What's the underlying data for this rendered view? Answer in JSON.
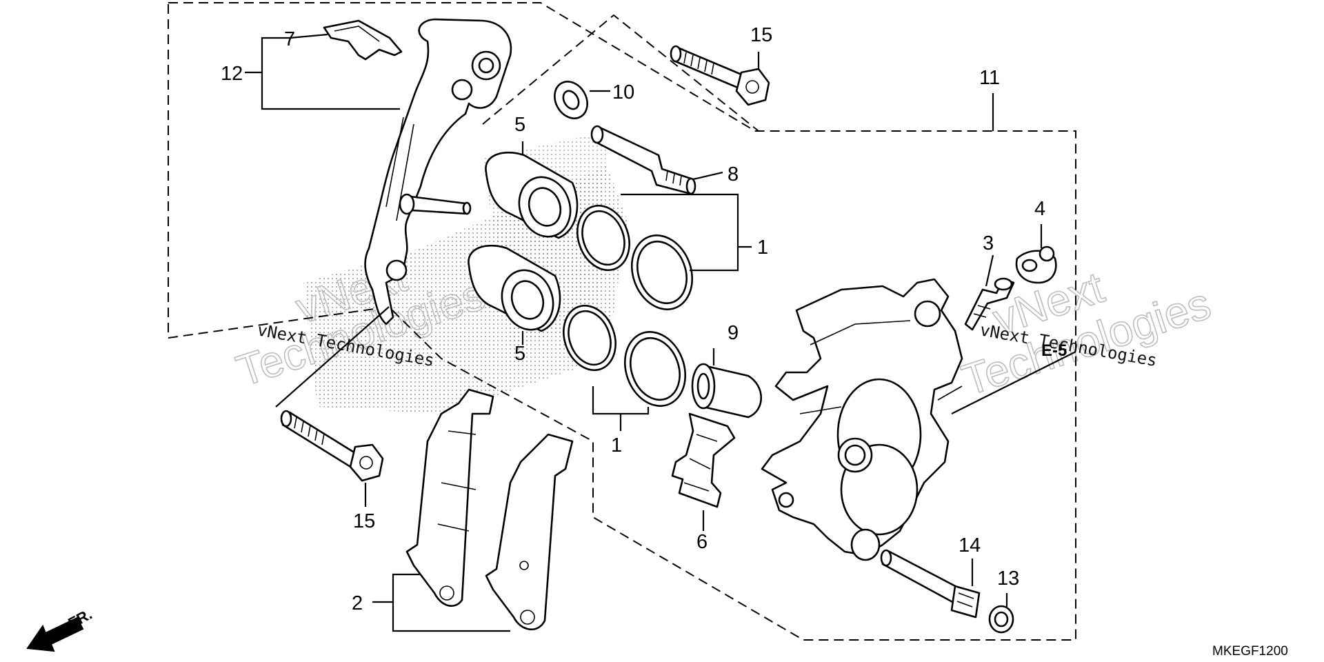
{
  "diagram": {
    "code": "MKEGF1200",
    "direction_label": "FR.",
    "callout_labels": {
      "l1a": "1",
      "l1b": "1",
      "l2": "2",
      "l3": "3",
      "l4": "4",
      "l5a": "5",
      "l5b": "5",
      "l6": "6",
      "l7": "7",
      "l8": "8",
      "l9": "9",
      "l10": "10",
      "l11": "11",
      "l12": "12",
      "l13": "13",
      "l14": "14",
      "l15a": "15",
      "l15b": "15"
    },
    "ref_label": "E-5"
  },
  "watermark": {
    "brand": "vNext",
    "word": "Technologies",
    "line": "vNext Technologies"
  },
  "colors": {
    "ink": "#000000",
    "watermark": "#bdbdbd",
    "background": "#ffffff"
  }
}
